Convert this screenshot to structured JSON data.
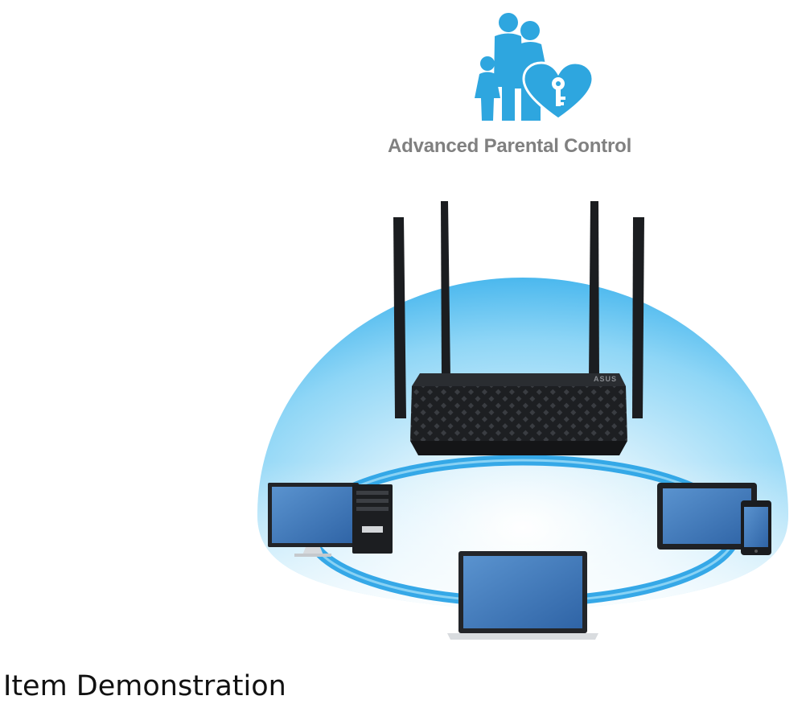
{
  "feature": {
    "title": "Advanced Parental Control",
    "icon": "family-heart-key-icon",
    "icon_color": "#2ea6df"
  },
  "router": {
    "brand": "ASUS",
    "antenna_count": 4,
    "body_color": "#1b1d20"
  },
  "devices": [
    {
      "name": "desktop-computer",
      "icon": "desktop-monitor-tower-icon"
    },
    {
      "name": "laptop",
      "icon": "laptop-icon"
    },
    {
      "name": "tablet-and-phone",
      "icon": "tablet-phone-icon"
    }
  ],
  "colors": {
    "dome": "#5cc6f2",
    "ring": "#2ba3e6",
    "screen": "#3f77b7",
    "text_gray": "#808080"
  },
  "caption": "Item Demonstration"
}
